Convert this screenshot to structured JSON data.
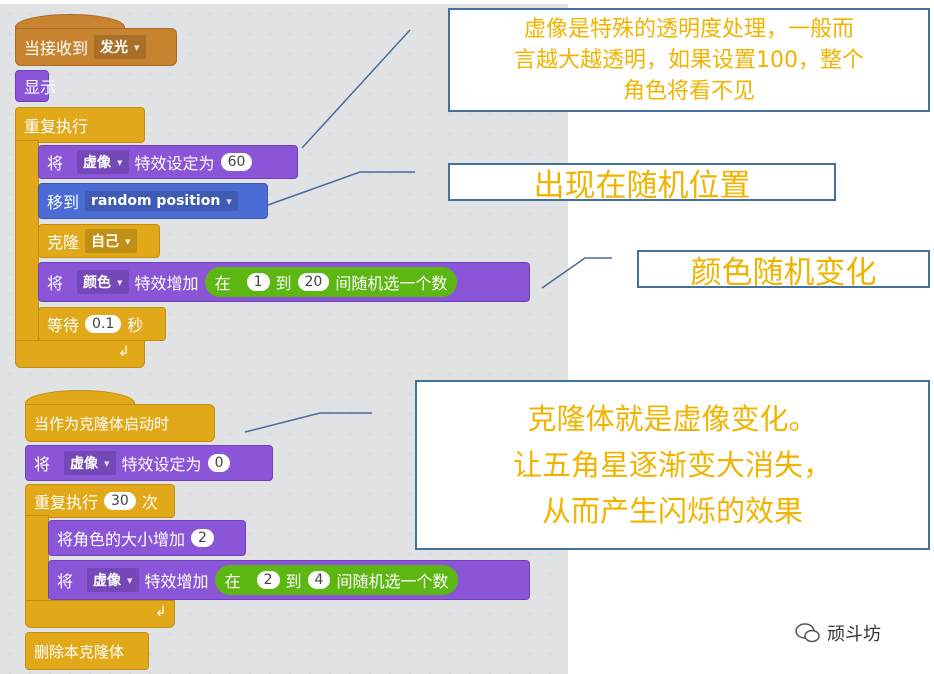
{
  "script1": {
    "hat": {
      "label": "当接收到",
      "message": "发光"
    },
    "show": "显示",
    "forever": "重复执行",
    "set_effect": {
      "prefix": "将",
      "effect": "虚像",
      "label": "特效设定为",
      "value": "60"
    },
    "goto": {
      "label": "移到",
      "target": "random position"
    },
    "clone": {
      "label": "克隆",
      "target": "自己"
    },
    "change_effect": {
      "prefix": "将",
      "effect": "颜色",
      "label": "特效增加",
      "pick_prefix": "在",
      "from": "1",
      "to_label": "到",
      "to": "20",
      "pick_suffix": "间随机选一个数"
    },
    "wait": {
      "label": "等待",
      "value": "0.1",
      "unit": "秒"
    }
  },
  "script2": {
    "hat": "当作为克隆体启动时",
    "set_effect": {
      "prefix": "将",
      "effect": "虚像",
      "label": "特效设定为",
      "value": "0"
    },
    "repeat": {
      "label": "重复执行",
      "value": "30",
      "unit": "次"
    },
    "change_size": {
      "label": "将角色的大小增加",
      "value": "2"
    },
    "change_effect": {
      "prefix": "将",
      "effect": "虚像",
      "label": "特效增加",
      "pick_prefix": "在",
      "from": "2",
      "to_label": "到",
      "to": "4",
      "pick_suffix": "间随机选一个数"
    },
    "delete": "删除本克隆体"
  },
  "callouts": {
    "ghost": [
      "虚像是特殊的透明度处理，一般而",
      "言越大越透明，如果设置100，整个",
      "角色将看不见"
    ],
    "random_pos": "出现在随机位置",
    "color": "颜色随机变化",
    "clone": [
      "克隆体就是虚像变化。",
      "让五角星逐渐变大消失，",
      "从而产生闪烁的效果"
    ]
  },
  "watermark": "顽斗坊"
}
